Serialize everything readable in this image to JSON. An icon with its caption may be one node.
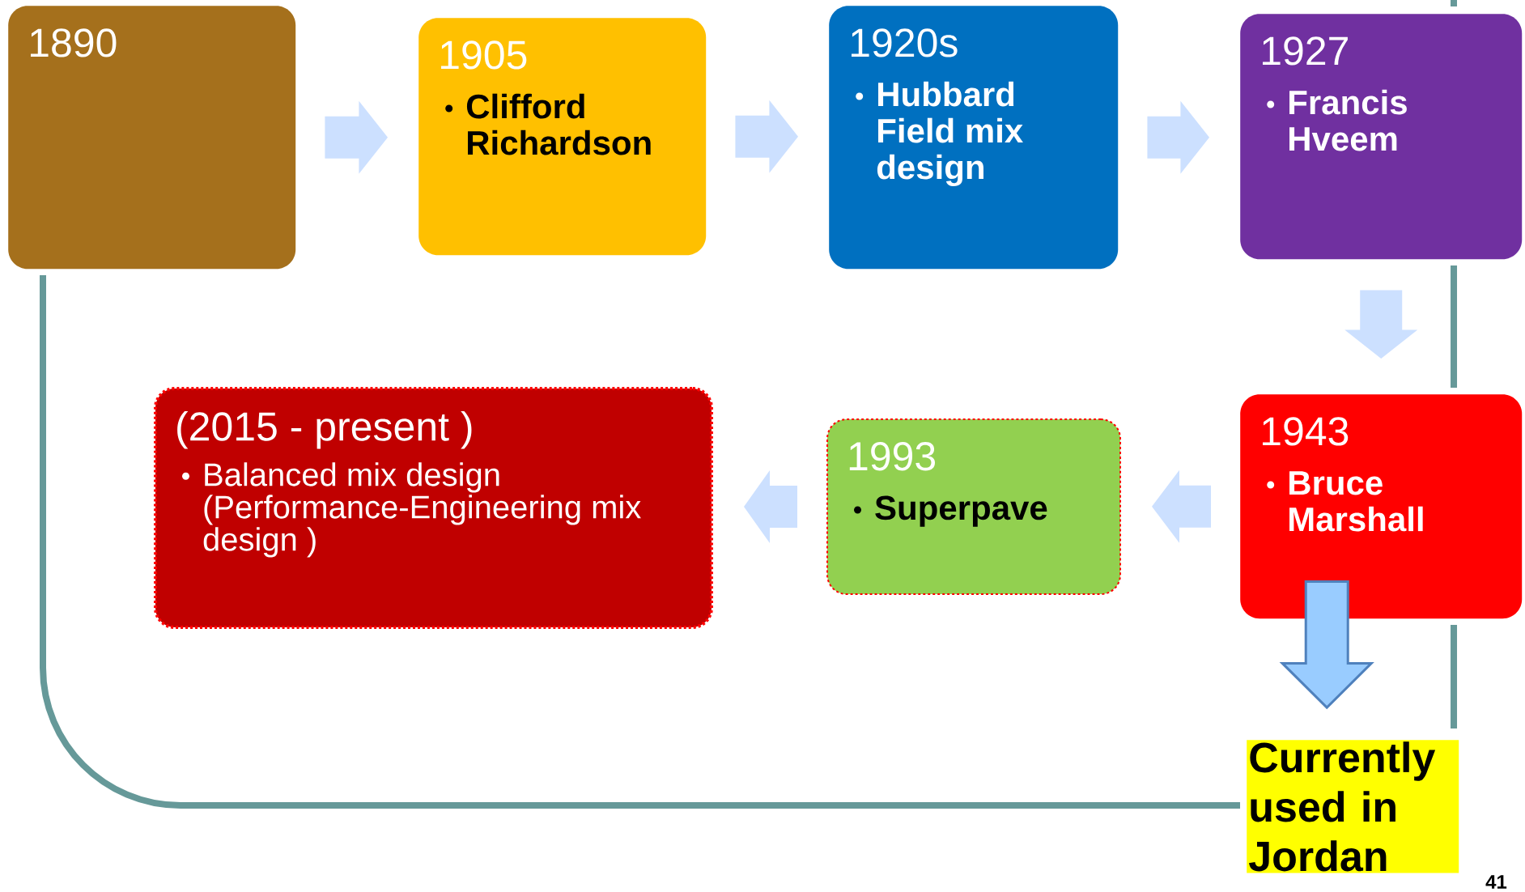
{
  "diagram": {
    "nodes": [
      {
        "text": [
          "1890"
        ]
      },
      {
        "text": [
          "1905",
          "Clifford Richardson"
        ]
      },
      {
        "text": [
          "1920s",
          "Hubbard Field mix design"
        ]
      },
      {
        "text": [
          "1927",
          "Francis Hveem"
        ]
      },
      {
        "text": [
          "1943",
          "Bruce Marshall"
        ]
      },
      {
        "text": [
          "1993",
          "Superpave"
        ]
      },
      {
        "text": [
          "(2015 - present )",
          "Balanced mix design (Performance-Engineering mix design )"
        ]
      },
      {
        "text": [
          "Currently used in Jordan"
        ]
      }
    ],
    "edges": [
      {
        "from": 0,
        "to": 1,
        "arrow": "to"
      },
      {
        "from": 1,
        "to": 2,
        "arrow": "to"
      },
      {
        "from": 2,
        "to": 3,
        "arrow": "to"
      },
      {
        "from": 3,
        "to": 4,
        "arrow": "to"
      },
      {
        "from": 4,
        "to": 5,
        "arrow": "to"
      },
      {
        "from": 5,
        "to": 6,
        "arrow": "to"
      },
      {
        "from": 4,
        "to": 7,
        "arrow": "to",
        "color": "#99ccff"
      }
    ],
    "labels": [
      "41"
    ]
  }
}
